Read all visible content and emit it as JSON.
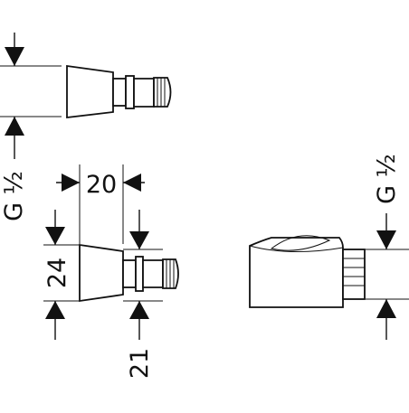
{
  "drawing": {
    "colors": {
      "line": "#111111",
      "background": "#ffffff"
    },
    "labels": {
      "thread_left": "G ½",
      "thread_right": "G ½",
      "width_top": "20",
      "height_left": "24",
      "bottom_dim": "21"
    }
  }
}
